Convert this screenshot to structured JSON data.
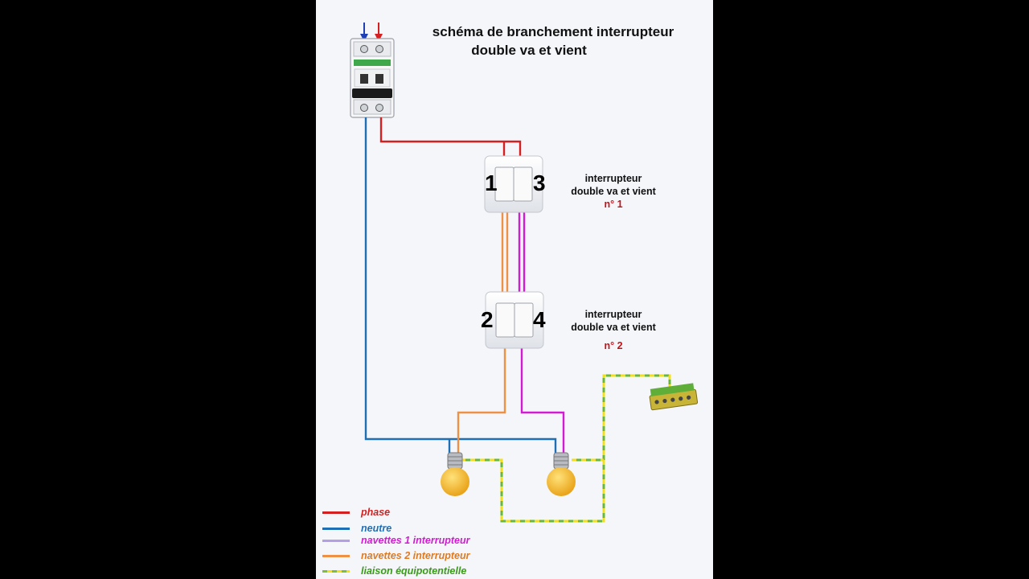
{
  "title_line1": "schéma de branchement interrupteur",
  "title_line2": "double va et vient",
  "switch1": {
    "line1": "interrupteur",
    "line2": "double va et vient",
    "num": "n° 1",
    "left_terminal": "1",
    "right_terminal": "3"
  },
  "switch2": {
    "line1": "interrupteur",
    "line2": "double va et vient",
    "num": "n° 2",
    "left_terminal": "2",
    "right_terminal": "4"
  },
  "legend": [
    {
      "label": "phase",
      "color": "#d42020",
      "style": "solid"
    },
    {
      "label": "neutre",
      "color": "#1f6fb5",
      "style": "solid"
    },
    {
      "label": "navettes 1 interrupteur",
      "color": "#b49ee6",
      "text_color": "#d21bd2",
      "style": "solid"
    },
    {
      "label": "navettes 2 interrupteur",
      "color": "#ee9144",
      "text_color": "#e07a20",
      "style": "solid"
    },
    {
      "label": "liaison équipotentielle",
      "color": "#7dbf3a",
      "text_color": "#3a9a1a",
      "style": "dashed"
    }
  ],
  "colors": {
    "phase": "#d42020",
    "neutre": "#1f6fb5",
    "navette1": "#d21bd2",
    "navette2": "#ee9144",
    "earth_green": "#6ab83a",
    "earth_yellow": "#f2e01c",
    "bulb": "#f2b52a"
  }
}
